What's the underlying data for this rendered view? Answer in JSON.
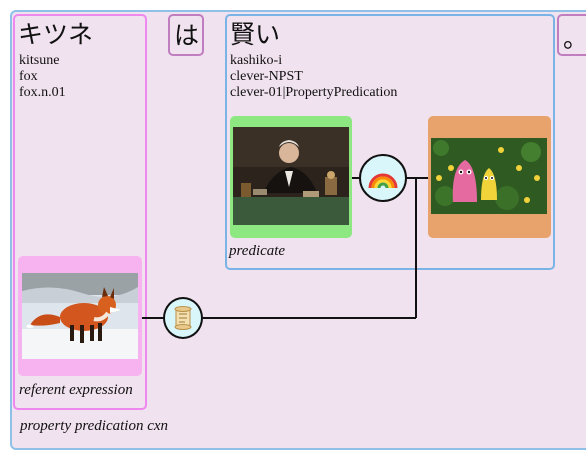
{
  "construction": {
    "label": "property predication cxn"
  },
  "unit_kitsune": {
    "word": "キツネ",
    "lines": [
      "kitsune",
      "fox",
      "fox.n.01"
    ],
    "role": "referent expression"
  },
  "unit_ha": {
    "word": "は"
  },
  "unit_kashikoi": {
    "word": "賢い",
    "lines": [
      "kashiko-i",
      "clever-NPST",
      "clever-01|PropertyPredication"
    ],
    "role": "predicate"
  },
  "unit_period": {
    "word": "。"
  },
  "colors": {
    "outer_border": "#8ec0e8",
    "background": "#f0e2ef",
    "unit_border_magenta": "#ee88ee",
    "unit_border_blue": "#7ab4e6",
    "predicate_frame": "#8de882",
    "referent_frame": "#f7b3f0",
    "result_frame": "#e8a36c",
    "node_fill": "#d9f6fa"
  },
  "icons": [
    "rainbow-icon",
    "scroll-icon"
  ]
}
